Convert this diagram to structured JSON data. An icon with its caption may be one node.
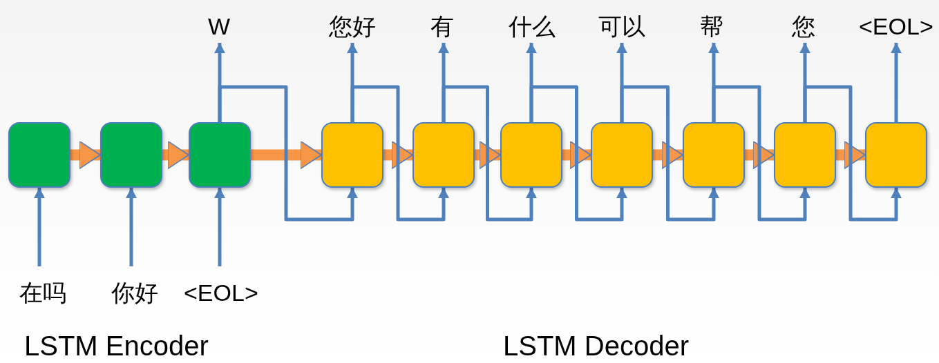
{
  "diagram": {
    "nodes": [
      {
        "text": [
          "W"
        ]
      },
      {
        "text": [
          "您好"
        ]
      },
      {
        "text": [
          "有"
        ]
      },
      {
        "text": [
          "什么"
        ]
      },
      {
        "text": [
          "可以"
        ]
      },
      {
        "text": [
          "帮"
        ]
      },
      {
        "text": [
          "您"
        ]
      },
      {
        "text": [
          "<EOL>"
        ]
      },
      {
        "text": [],
        "shape": "box"
      },
      {
        "text": [],
        "shape": "box"
      },
      {
        "text": [],
        "shape": "box"
      },
      {
        "text": [],
        "shape": "box"
      },
      {
        "text": [],
        "shape": "box"
      },
      {
        "text": [],
        "shape": "box"
      },
      {
        "text": [],
        "shape": "box"
      },
      {
        "text": [],
        "shape": "box"
      },
      {
        "text": [],
        "shape": "box"
      },
      {
        "text": [],
        "shape": "box"
      },
      {
        "text": [
          "在吗"
        ]
      },
      {
        "text": [
          "你好"
        ]
      },
      {
        "text": [
          "<EOL>"
        ]
      }
    ],
    "edges": [
      {
        "from": 8,
        "to": 9,
        "arrow": "to",
        "style": "thick",
        "color": "#f79646"
      },
      {
        "from": 9,
        "to": 10,
        "arrow": "to",
        "style": "thick",
        "color": "#f79646"
      },
      {
        "from": 10,
        "to": 11,
        "arrow": "to",
        "style": "thick",
        "color": "#f79646"
      },
      {
        "from": 11,
        "to": 12,
        "arrow": "to",
        "style": "thick",
        "color": "#f79646"
      },
      {
        "from": 12,
        "to": 13,
        "arrow": "to",
        "style": "thick",
        "color": "#f79646"
      },
      {
        "from": 13,
        "to": 14,
        "arrow": "to",
        "style": "thick",
        "color": "#f79646"
      },
      {
        "from": 14,
        "to": 15,
        "arrow": "to",
        "style": "thick",
        "color": "#f79646"
      },
      {
        "from": 15,
        "to": 16,
        "arrow": "to",
        "style": "thick",
        "color": "#f79646"
      },
      {
        "from": 16,
        "to": 17,
        "arrow": "to",
        "style": "thick",
        "color": "#f79646"
      },
      {
        "from": 18,
        "to": 8,
        "arrow": "to"
      },
      {
        "from": 19,
        "to": 9,
        "arrow": "to"
      },
      {
        "from": 20,
        "to": 10,
        "arrow": "to"
      },
      {
        "from": 10,
        "to": 0,
        "arrow": "to"
      },
      {
        "from": 11,
        "to": 1,
        "arrow": "to"
      },
      {
        "from": 12,
        "to": 2,
        "arrow": "to"
      },
      {
        "from": 13,
        "to": 3,
        "arrow": "to"
      },
      {
        "from": 14,
        "to": 4,
        "arrow": "to"
      },
      {
        "from": 15,
        "to": 5,
        "arrow": "to"
      },
      {
        "from": 16,
        "to": 6,
        "arrow": "to"
      },
      {
        "from": 17,
        "to": 7,
        "arrow": "to"
      },
      {
        "from": 10,
        "to": 11,
        "arrow": "to"
      },
      {
        "from": 11,
        "to": 12,
        "arrow": "to"
      },
      {
        "from": 12,
        "to": 13,
        "arrow": "to"
      },
      {
        "from": 13,
        "to": 14,
        "arrow": "to"
      },
      {
        "from": 14,
        "to": 15,
        "arrow": "to"
      },
      {
        "from": 15,
        "to": 16,
        "arrow": "to"
      },
      {
        "from": 16,
        "to": 17,
        "arrow": "to"
      }
    ],
    "labels": [
      "LSTM Encoder",
      "LSTM Decoder"
    ]
  }
}
